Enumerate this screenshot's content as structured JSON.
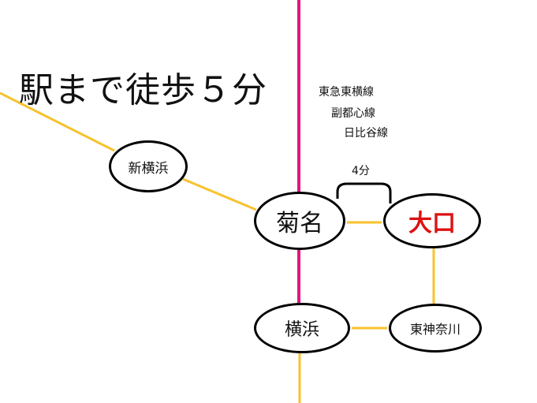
{
  "headline": "駅まで徒歩５分",
  "line_labels": [
    "東急東横線",
    "副都心線",
    "日比谷線"
  ],
  "walk_time": "4分",
  "stations": {
    "shin_yokohama": "新横浜",
    "kikuna": "菊名",
    "okuchi": "大口",
    "yokohama": "横浜",
    "higashi_kanagawa": "東神奈川"
  },
  "colors": {
    "toyoko_line": "#e2167f",
    "jr_line": "#f8c22d",
    "target_station": "#dd1111"
  }
}
